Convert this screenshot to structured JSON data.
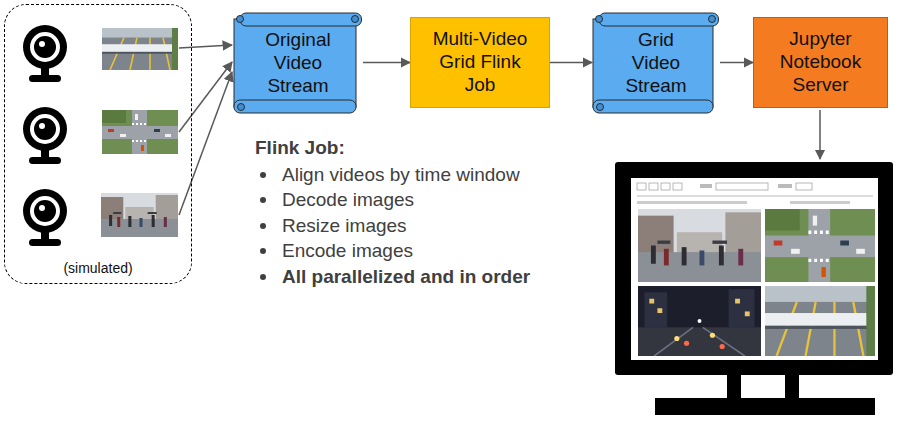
{
  "diagram": {
    "nodes": [
      {
        "text": [
          "(simulated)"
        ]
      },
      {
        "text": [
          "Original Video Stream"
        ]
      },
      {
        "text": [
          "Multi-Video Grid Flink Job"
        ]
      },
      {
        "text": [
          "Grid Video Stream"
        ]
      },
      {
        "text": [
          "Jupyter Notebook Server"
        ]
      }
    ],
    "edges": [
      {
        "from": 1,
        "to": 2,
        "arrow": "to"
      },
      {
        "from": 2,
        "to": 3,
        "arrow": "to"
      },
      {
        "from": 3,
        "to": 4,
        "arrow": "to"
      }
    ],
    "labels": [
      "Flink Job:",
      "Align videos by time window",
      "Decode images",
      "Resize images",
      "Encode images",
      "All parallelized and in order"
    ]
  }
}
